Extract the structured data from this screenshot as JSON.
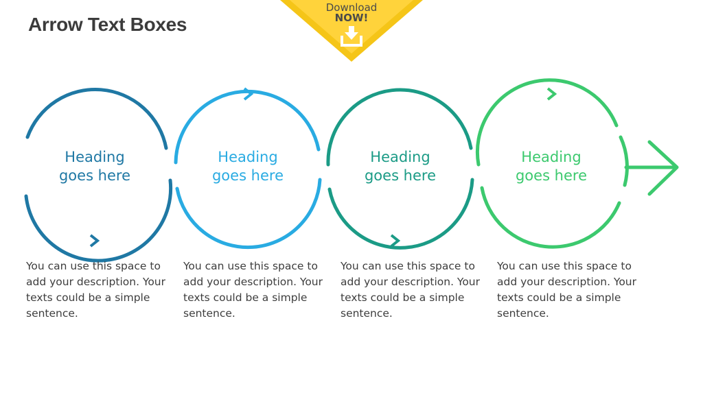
{
  "title": "Arrow Text Boxes",
  "badge": {
    "line1": "Download",
    "line2": "NOW!",
    "icon": "download-icon",
    "color": "#f5c518"
  },
  "steps": [
    {
      "heading_line1": "Heading",
      "heading_line2": "goes here",
      "description": "You can use this space to add your description. Your texts could be a simple sentence.",
      "color": "#1f78a4"
    },
    {
      "heading_line1": "Heading",
      "heading_line2": "goes here",
      "description": "You can use this space to add your description. Your texts could be a simple sentence.",
      "color": "#29abe2"
    },
    {
      "heading_line1": "Heading",
      "heading_line2": "goes here",
      "description": "You can use this space to add your description. Your texts could be a simple sentence.",
      "color": "#1b9b86"
    },
    {
      "heading_line1": "Heading",
      "heading_line2": "goes here",
      "description": "You can use this space to add your description. Your texts could be a simple sentence.",
      "color": "#3cc96e"
    }
  ]
}
